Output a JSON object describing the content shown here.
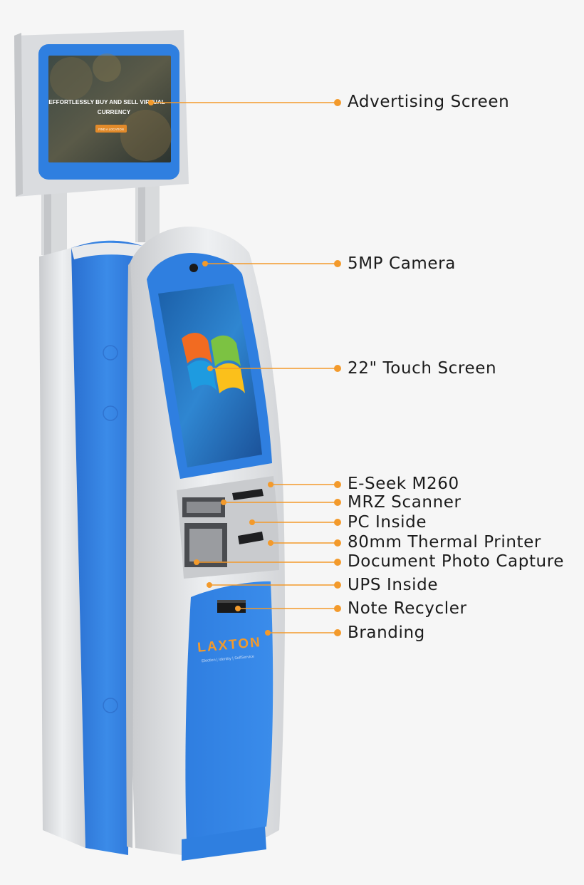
{
  "advertising_screen": {
    "headline": "EFFORTLESSLY BUY AND SELL VIRTUAL CURRENCY",
    "button": "FIND A LOCATION"
  },
  "branding": {
    "logo": "LAXTON",
    "tagline": "Election | Identity | SelfService"
  },
  "callouts": [
    {
      "id": "advertising-screen",
      "label": "Advertising Screen"
    },
    {
      "id": "5mp-camera",
      "label": "5MP Camera"
    },
    {
      "id": "touch-screen",
      "label": "22\" Touch Screen"
    },
    {
      "id": "e-seek",
      "label": "E-Seek M260"
    },
    {
      "id": "mrz-scanner",
      "label": "MRZ Scanner"
    },
    {
      "id": "pc-inside",
      "label": "PC Inside"
    },
    {
      "id": "thermal-printer",
      "label": "80mm Thermal Printer"
    },
    {
      "id": "document-photo-capture",
      "label": "Document Photo Capture"
    },
    {
      "id": "ups-inside",
      "label": "UPS Inside"
    },
    {
      "id": "note-recycler",
      "label": "Note Recycler"
    },
    {
      "id": "branding",
      "label": "Branding"
    }
  ],
  "colors": {
    "kiosk_blue": "#2f7fe0",
    "frame_grey": "#dcdcdc",
    "callout_orange": "#f39a2b"
  }
}
